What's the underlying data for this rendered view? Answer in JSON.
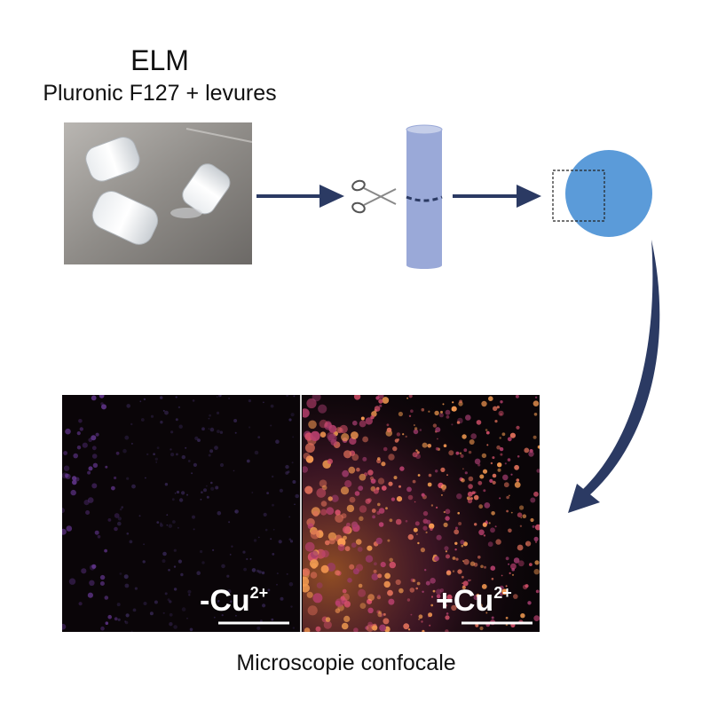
{
  "header": {
    "title": "ELM",
    "subtitle": "Pluronic F127 + levures"
  },
  "panels": {
    "left_label": "-Cu",
    "left_charge": "2+",
    "right_label": "+Cu",
    "right_charge": "2+"
  },
  "caption": "Microscopie confocale",
  "colors": {
    "arrow": "#2b3a63",
    "cylinder": "#9aa9d8",
    "disk": "#5b9bd9",
    "micro_bg": "#0a0508"
  },
  "icons": [
    "scissors-icon"
  ]
}
